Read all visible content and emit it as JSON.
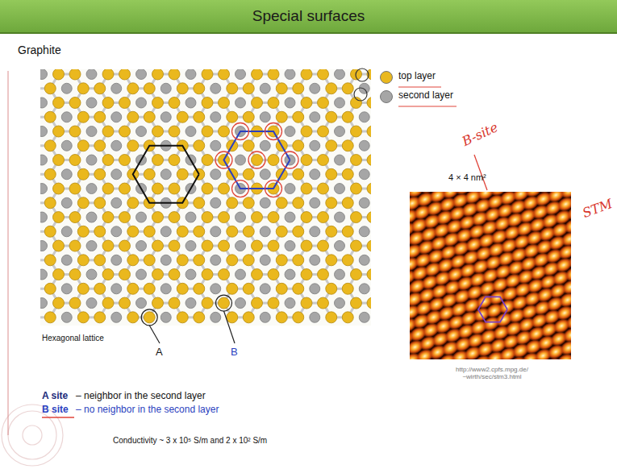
{
  "diagram": {
    "title": "Special surfaces",
    "labels": [
      "Graphite",
      "B-site",
      "4 × 4 nm²",
      "STM",
      "http://www2.cpfs.mpg.de/ ~wirth/sec/stm3.html",
      "Hexagonal lattice",
      "A",
      "B",
      "A site",
      "– neighbor in the second layer",
      "B site",
      "– no neighbor in the second layer",
      "Conductivity ~ 3 x 10⁵ S/m and 2 x 10² S/m"
    ],
    "legend": [
      {
        "text": "top layer",
        "color": "#eab81e"
      },
      {
        "text": "second layer",
        "color": "#a6a6a6"
      }
    ]
  }
}
